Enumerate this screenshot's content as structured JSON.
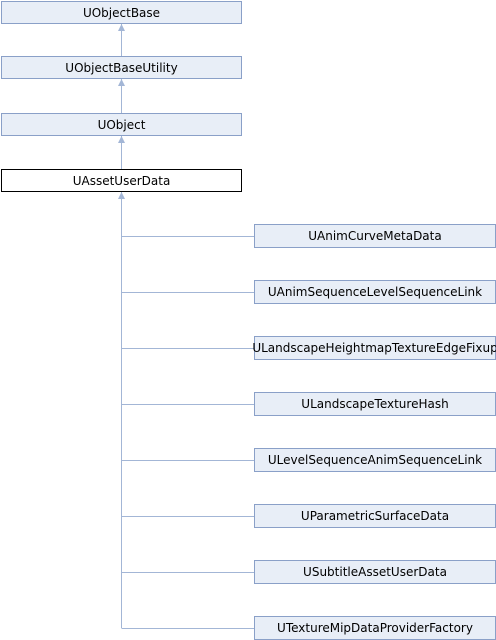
{
  "colors": {
    "node_fill": "#e8eef7",
    "node_border": "#8aa0c8",
    "current_border": "#000000",
    "edge": "#a3b6d6"
  },
  "ancestors": [
    "UObjectBase",
    "UObjectBaseUtility",
    "UObject"
  ],
  "current": "UAssetUserData",
  "children": [
    "UAnimCurveMetaData",
    "UAnimSequenceLevelSequenceLink",
    "ULandscapeHeightmapTextureEdgeFixup",
    "ULandscapeTextureHash",
    "ULevelSequenceAnimSequenceLink",
    "UParametricSurfaceData",
    "USubtitleAssetUserData",
    "UTextureMipDataProviderFactory"
  ]
}
